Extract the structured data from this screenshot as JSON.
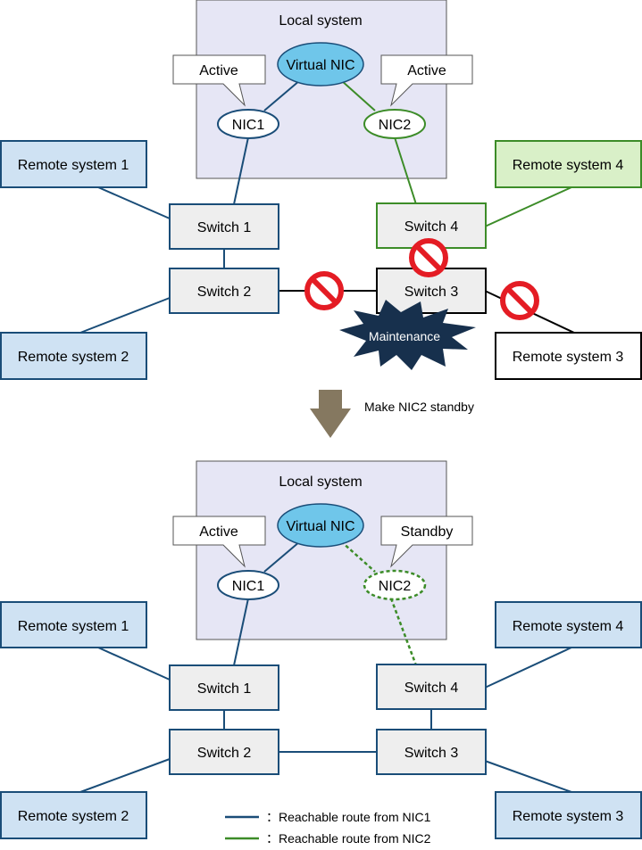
{
  "colors": {
    "nic1_route": "#1a4d78",
    "nic2_route": "#3c8c28",
    "local_system_fill": "#e6e6f5",
    "remote_blue_fill": "#cfe2f3",
    "remote_green_fill": "#d9f0c8",
    "switch_fill": "#eeeeee",
    "virtual_nic_fill": "#6fc6ea",
    "prohibit_red": "#e41c24",
    "maintenance_fill": "#17304d",
    "arrow_fill": "#857860"
  },
  "top": {
    "local_system": "Local system",
    "virtual_nic": "Virtual NIC",
    "nic1": "NIC1",
    "nic2": "NIC2",
    "nic1_status": "Active",
    "nic2_status": "Active",
    "switch1": "Switch 1",
    "switch2": "Switch 2",
    "switch3": "Switch 3",
    "switch4": "Switch 4",
    "remote1": "Remote system 1",
    "remote2": "Remote system 2",
    "remote3": "Remote system 3",
    "remote4": "Remote system 4",
    "maintenance": "Maintenance"
  },
  "transition": {
    "label": "Make NIC2 standby"
  },
  "bottom": {
    "local_system": "Local system",
    "virtual_nic": "Virtual NIC",
    "nic1": "NIC1",
    "nic2": "NIC2",
    "nic1_status": "Active",
    "nic2_status": "Standby",
    "switch1": "Switch 1",
    "switch2": "Switch 2",
    "switch3": "Switch 3",
    "switch4": "Switch 4",
    "remote1": "Remote system 1",
    "remote2": "Remote system 2",
    "remote3": "Remote system 3",
    "remote4": "Remote system 4"
  },
  "legend": {
    "nic1_route": "：Reachable route from NIC1",
    "nic2_route": "：Reachable route from NIC2"
  }
}
